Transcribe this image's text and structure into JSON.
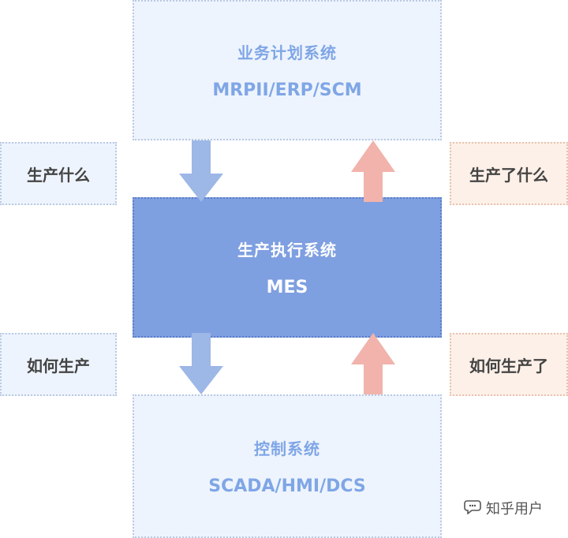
{
  "top": {
    "title": "业务计划系统",
    "subtitle": "MRPII/ERP/SCM"
  },
  "center": {
    "title": "生产执行系统",
    "subtitle": "MES"
  },
  "bottom": {
    "title": "控制系统",
    "subtitle": "SCADA/HMI/DCS"
  },
  "left": {
    "top_label": "生产什么",
    "bottom_label": "如何生产"
  },
  "right": {
    "top_label": "生产了什么",
    "bottom_label": "如何生产了"
  },
  "colors": {
    "down_arrow": "#9db7e6",
    "up_arrow": "#f1b3ab",
    "mes_fill": "#7e9fe0",
    "light_box_fill": "#eef4fd",
    "peach_box_fill": "#fdf0e8"
  },
  "watermark": {
    "icon": "chat-bubble-icon",
    "text": "知乎用户"
  }
}
